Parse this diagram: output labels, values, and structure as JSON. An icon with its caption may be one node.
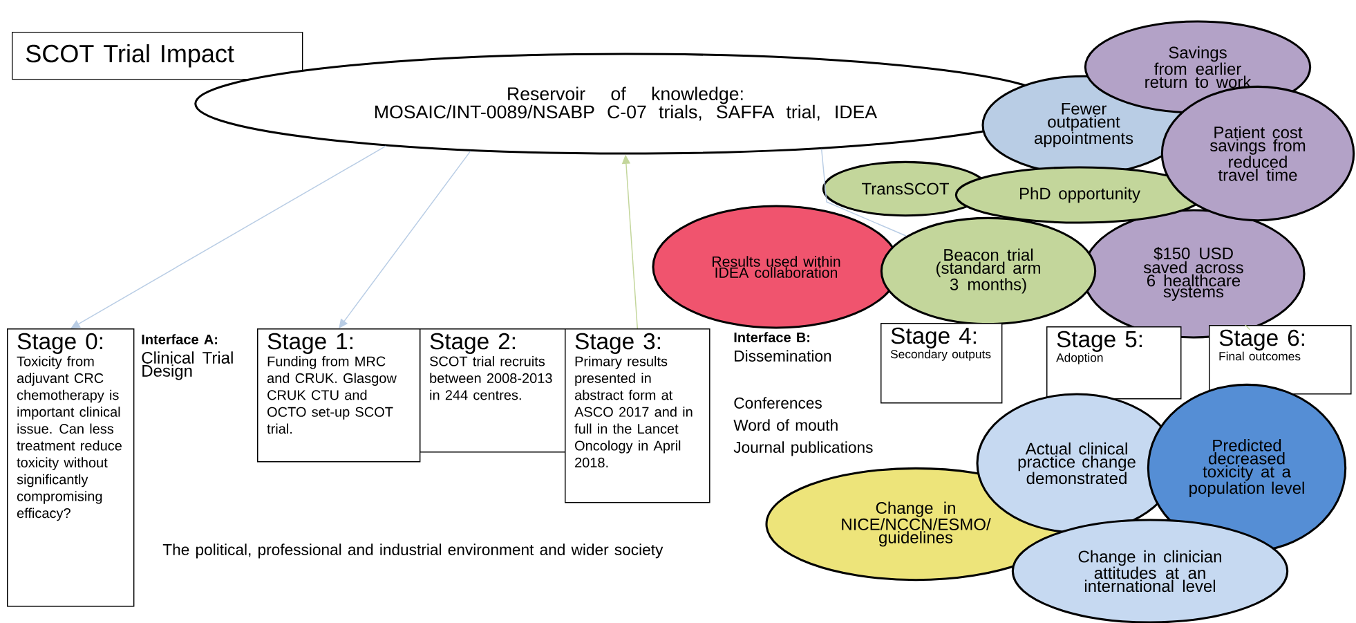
{
  "diagram": {
    "title": "SCOT Trial Impact",
    "nodes": [
      {
        "text": [
          "Reservoir of knowledge:",
          "MOSAIC/INT-0089/NSABP C-07 trials, SAFFA trial, IDEA"
        ]
      },
      {
        "text": [
          "Savings from earlier return to work"
        ]
      },
      {
        "text": [
          "Fewer outpatient appointments"
        ]
      },
      {
        "text": [
          "Patient cost savings from reduced travel time"
        ]
      },
      {
        "text": [
          "TransSCOT"
        ]
      },
      {
        "text": [
          "PhD opportunity"
        ]
      },
      {
        "text": [
          "Results used within IDEA collaboration"
        ]
      },
      {
        "text": [
          "Beacon trial (standard arm 3 months)"
        ]
      },
      {
        "text": [
          "$150 USD saved across 6 healthcare systems"
        ]
      },
      {
        "text": [
          "Stage 0:",
          "Toxicity from adjuvant CRC chemotherapy is important clinical issue. Can less treatment reduce toxicity without significantly compromising efficacy?"
        ]
      },
      {
        "text": [
          "Stage 1:",
          "Funding from MRC and CRUK. Glasgow CRUK CTU and OCTO set-up SCOT trial."
        ]
      },
      {
        "text": [
          "Stage 2:",
          "SCOT trial recruits between 2008-2013 in 244 centres."
        ]
      },
      {
        "text": [
          "Stage 3:",
          "Primary results presented in abstract form at ASCO 2017 and in full in the Lancet Oncology in April 2018."
        ]
      },
      {
        "text": [
          "Stage 4:",
          "Secondary outputs"
        ]
      },
      {
        "text": [
          "Stage 5:",
          "Adoption"
        ]
      },
      {
        "text": [
          "Stage 6:",
          "Final outcomes"
        ]
      },
      {
        "text": [
          "Actual clinical practice change demonstrated"
        ]
      },
      {
        "text": [
          "Predicted decreased toxicity at a population level"
        ]
      },
      {
        "text": [
          "Change in NICE/NCCN/ESMO/ guidelines"
        ]
      },
      {
        "text": [
          "Change in clinician attitudes at an international level"
        ]
      }
    ],
    "edges": [
      {
        "from": 0,
        "to": 9,
        "arrow": "to"
      },
      {
        "from": 0,
        "to": 10,
        "arrow": "to"
      },
      {
        "from": 12,
        "to": 0,
        "arrow": "to",
        "color": "#c3d69b"
      },
      {
        "from": 0,
        "to": 7,
        "arrow": "none"
      },
      {
        "from": 8,
        "to": 15,
        "arrow": "none",
        "color": "#c3d69b"
      }
    ],
    "labels": [
      "Interface A:",
      "Clinical Trial Design",
      "Interface B:",
      "Dissemination",
      "Conferences",
      "Word of mouth",
      "Journal publications",
      "The political, professional and industrial environment and wider society"
    ]
  }
}
